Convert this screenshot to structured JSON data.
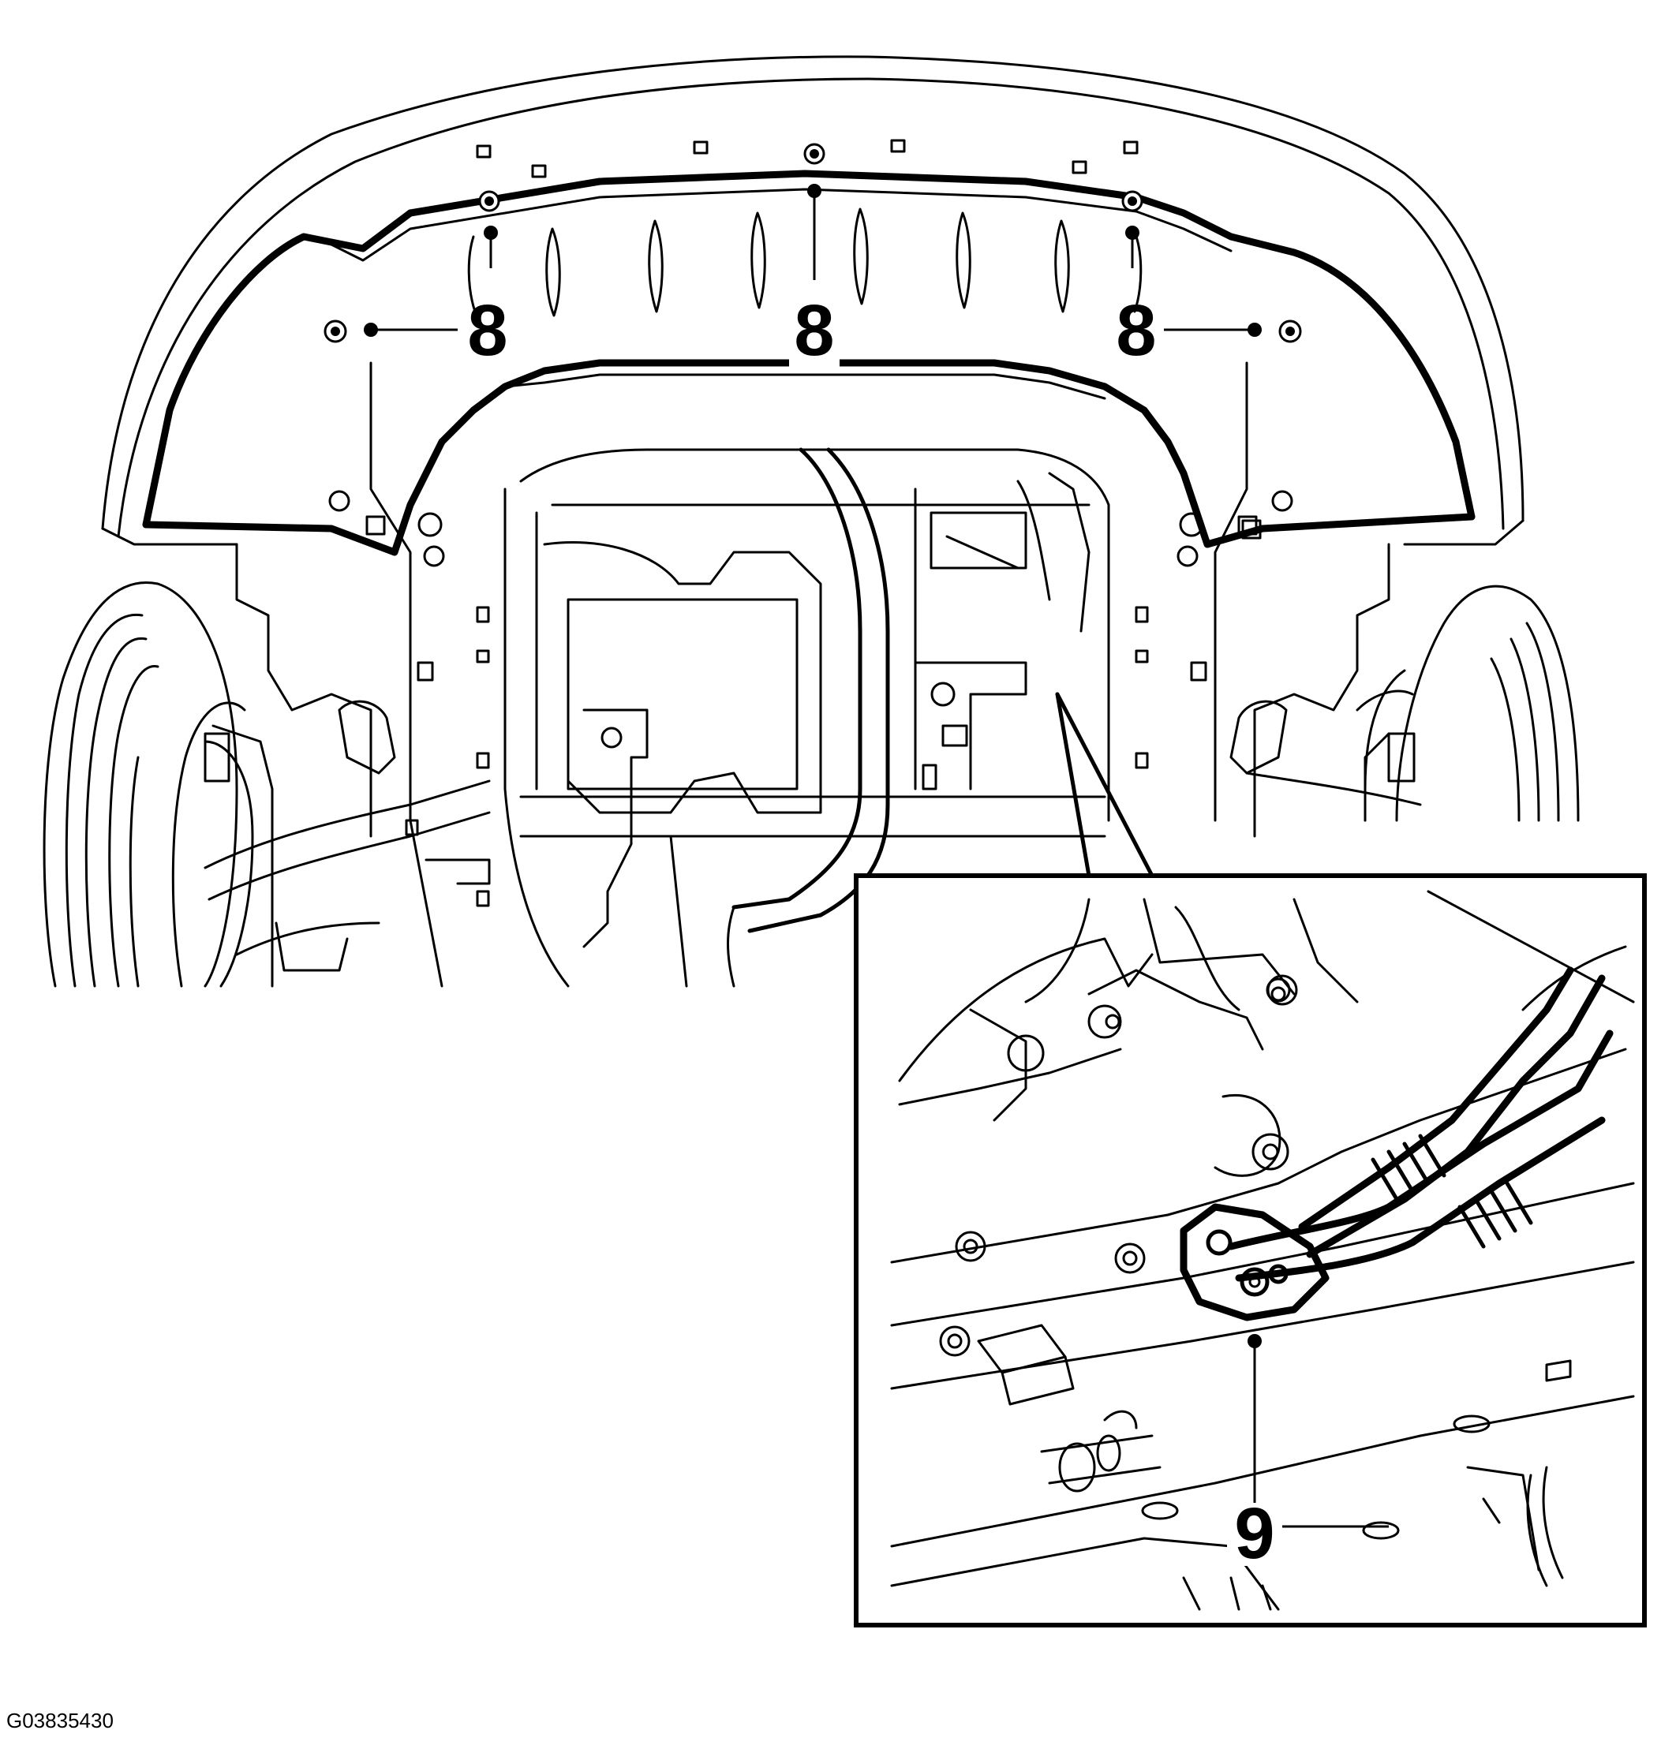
{
  "figure": {
    "id": "G03835430",
    "callouts": {
      "fastener_top": "8",
      "fastener_left": "8",
      "fastener_right": "8",
      "inset_fastener": "9"
    }
  },
  "colors": {
    "line": "#000000",
    "background": "#ffffff"
  }
}
